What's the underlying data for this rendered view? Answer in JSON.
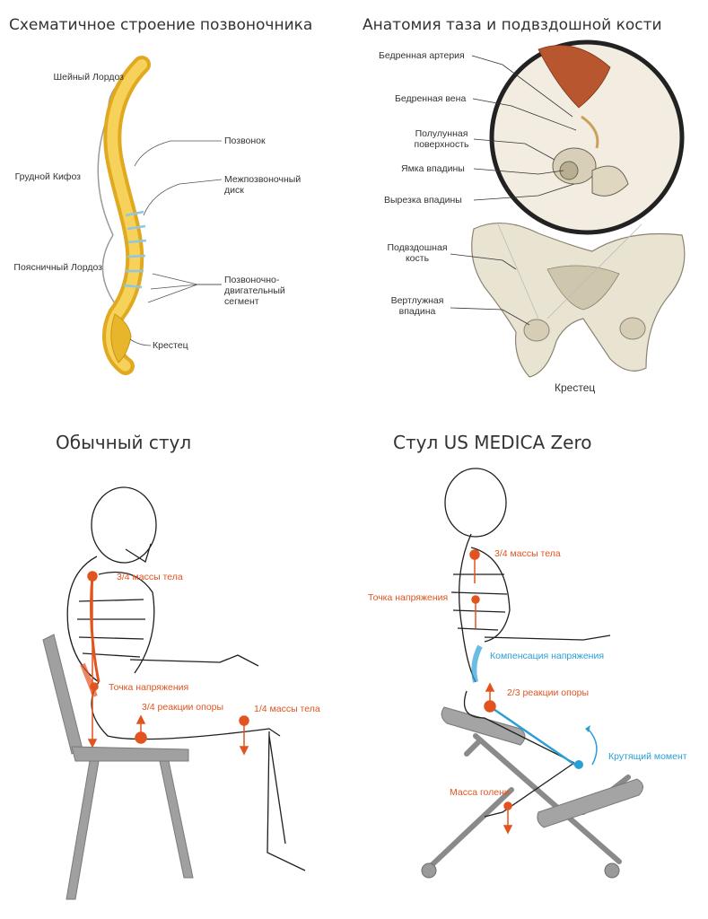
{
  "spine_panel": {
    "title": "Схематичное строение позвоночника",
    "labels": {
      "cervical": "Шейный Лордоз",
      "thoracic": "Грудной Кифоз",
      "lumbar": "Поясничный Лордоз",
      "vertebra": "Позвонок",
      "disc": "Межпозвоночный\nдиск",
      "segment": "Позвоночно-\nдвигательный\nсегмент",
      "sacrum": "Крестец"
    }
  },
  "pelvis_panel": {
    "title": "Анатомия таза и подвздошной кости",
    "labels": {
      "femoral_artery": "Бедренная артерия",
      "femoral_vein": "Бедренная вена",
      "lunate_surface": "Полулунная\nповерхность",
      "acetabular_fossa": "Ямка впадины",
      "acetabular_notch": "Вырезка впадины",
      "ilium": "Подвздошная\nкость",
      "acetabulum": "Вертлужная\nвпадина",
      "sacrum": "Крестец"
    }
  },
  "normal_chair_panel": {
    "title": "Обычный стул",
    "annotations": {
      "body_mass": "3/4 массы тела",
      "stress_point": "Точка напряжения",
      "support_reaction": "3/4 реакции опоры",
      "leg_mass": "1/4 массы тела"
    }
  },
  "zero_chair_panel": {
    "title": "Стул US MEDICA Zero",
    "annotations": {
      "body_mass": "3/4 массы тела",
      "stress_point": "Точка напряжения",
      "compensation": "Компенсация напряжения",
      "support_reaction": "2/3 реакции опоры",
      "torque": "Крутящий момент",
      "shin_mass": "Масса голени"
    }
  },
  "colors": {
    "accent_orange": "#e2541f",
    "accent_blue": "#2a9fd6",
    "bone_yellow": "#f2c12e",
    "bone_ivory": "#e9e3d2",
    "chair_gray": "#9c9c9c"
  }
}
